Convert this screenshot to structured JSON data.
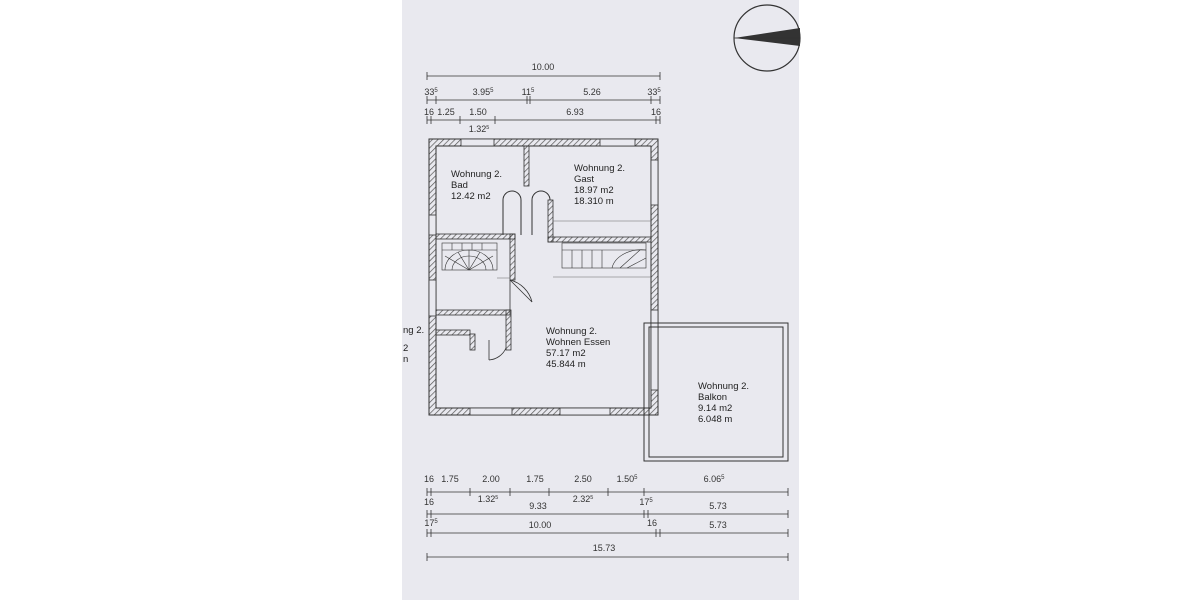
{
  "dims": {
    "top_total": "10.00",
    "top_row2": [
      "33",
      "3.95",
      "11",
      "5.26",
      "33"
    ],
    "top_row2_sup": [
      "5",
      "5",
      "5",
      "",
      "5"
    ],
    "top_row3": [
      "16",
      "1.25",
      "1.50",
      "6.93",
      "16"
    ],
    "top_row3_sub": "1.32",
    "top_row3_sub_sup": "5",
    "bottom_row1": [
      "16",
      "1.75",
      "2.00",
      "1.75",
      "2.50",
      "1.50",
      "6.06"
    ],
    "bottom_row1_sup": [
      "",
      "",
      "",
      "",
      "",
      "5",
      "5"
    ],
    "bottom_row1_sub": [
      "1.32",
      "2.32"
    ],
    "bottom_row1_sub_sup": [
      "5",
      "5"
    ],
    "bottom_row2": [
      "16",
      "9.33",
      "17",
      "5.73"
    ],
    "bottom_row2_sup": [
      "",
      "",
      "5",
      ""
    ],
    "bottom_row3": [
      "17",
      "10.00",
      "16",
      "5.73"
    ],
    "bottom_row3_sup": [
      "5",
      "",
      "",
      ""
    ],
    "bottom_total": "15.73"
  },
  "rooms": {
    "bad": {
      "unit": "Wohnung 2.",
      "name": "Bad",
      "area": "12.42 m2"
    },
    "gast": {
      "unit": "Wohnung 2.",
      "name": "Gast",
      "area": "18.97 m2",
      "perimeter": "18.310 m"
    },
    "wohnen": {
      "unit": "Wohnung 2.",
      "name": "Wohnen Essen",
      "area": "57.17 m2",
      "perimeter": "45.844 m"
    },
    "balkon": {
      "unit": "Wohnung 2.",
      "name": "Balkon",
      "area": "9.14 m2",
      "perimeter": "6.048 m"
    },
    "cutoff": {
      "line1": "ng 2.",
      "line2": "2",
      "line3": "n"
    }
  }
}
